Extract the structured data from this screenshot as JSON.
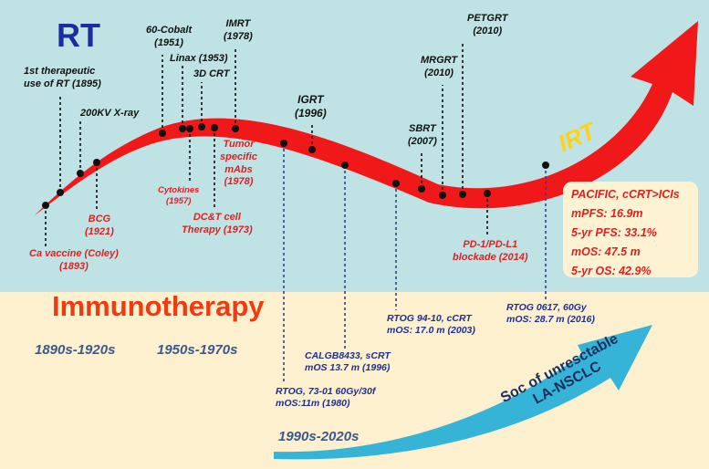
{
  "titles": {
    "rt": "RT",
    "immunotherapy": "Immunotherapy",
    "irt": "IRT"
  },
  "colors": {
    "top_background": "#bfe3e5",
    "bottom_background": "#fdf0cf",
    "main_arrow": "#f01818",
    "soc_arrow": "#35b4d8",
    "rt_title": "#1a2ea0",
    "immunotherapy_title": "#f03a10",
    "irt_label": "#ffd21a",
    "immuno_text": "#e02020",
    "trial_text": "#1f2f8f"
  },
  "rt_milestones": [
    {
      "id": "first-rt",
      "lines": [
        "1st therapeutic",
        "use of RT (1895)"
      ]
    },
    {
      "id": "xray",
      "lines": [
        "200KV X-ray"
      ]
    },
    {
      "id": "cobalt",
      "lines": [
        "60-Cobalt",
        "(1951)"
      ]
    },
    {
      "id": "linax",
      "lines": [
        "Linax (1953)"
      ]
    },
    {
      "id": "3dcrt",
      "lines": [
        "3D CRT"
      ]
    },
    {
      "id": "imrt",
      "lines": [
        "IMRT",
        "(1978)"
      ]
    },
    {
      "id": "igrt",
      "lines": [
        "IGRT",
        "(1996)"
      ]
    },
    {
      "id": "sbrt",
      "lines": [
        "SBRT",
        "(2007)"
      ]
    },
    {
      "id": "mrgrt",
      "lines": [
        "MRGRT",
        "(2010)"
      ]
    },
    {
      "id": "petgrt",
      "lines": [
        "PETGRT",
        "(2010)"
      ]
    }
  ],
  "immuno_milestones": [
    {
      "id": "ca-vaccine",
      "lines": [
        "Ca vaccine (Coley)",
        "(1893)"
      ]
    },
    {
      "id": "bcg",
      "lines": [
        "BCG",
        "(1921)"
      ]
    },
    {
      "id": "cytokines",
      "lines": [
        "Cytokines",
        "(1957)"
      ]
    },
    {
      "id": "dct-cell",
      "lines": [
        "DC&T cell",
        "Therapy (1973)"
      ]
    },
    {
      "id": "tumor-mabs",
      "lines": [
        "Tumor",
        "specific",
        "mAbs",
        "(1978)"
      ]
    },
    {
      "id": "pd1",
      "lines": [
        "PD-1/PD-L1",
        "blockade (2014)"
      ]
    }
  ],
  "trials": [
    {
      "id": "rtog-7301",
      "lines": [
        "RTOG, 73-01 60Gy/30f",
        "mOS:11m (1980)"
      ]
    },
    {
      "id": "calgb8433",
      "lines": [
        "CALGB8433, sCRT",
        "mOS 13.7 m (1996)"
      ]
    },
    {
      "id": "rtog-9410",
      "lines": [
        "RTOG 94-10, cCRT",
        "mOS: 17.0 m (2003)"
      ]
    },
    {
      "id": "rtog-0617",
      "lines": [
        "RTOG 0617, 60Gy",
        "mOS: 28.7 m (2016)"
      ]
    }
  ],
  "eras": [
    "1890s-1920s",
    "1950s-1970s",
    "1990s-2020s"
  ],
  "pacific": {
    "lines": [
      "PACIFIC,  cCRT>ICIs",
      "mPFS: 16.9m",
      "5-yr PFS: 33.1%",
      "mOS: 47.5 m",
      "5-yr OS: 42.9%"
    ]
  },
  "soc_label": [
    "Soc of unresctable",
    "LA-NSCLC"
  ]
}
